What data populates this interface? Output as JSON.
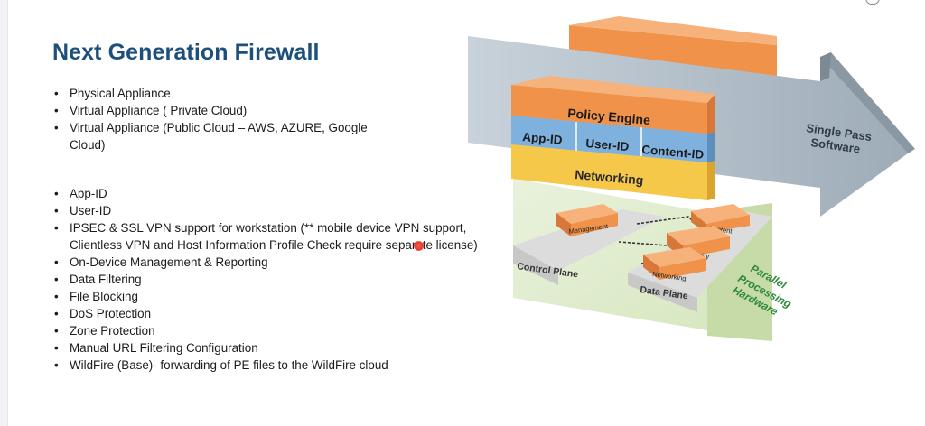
{
  "slide": {
    "title": "Next Generation Firewall",
    "group1": [
      "Physical Appliance",
      "Virtual Appliance ( Private Cloud)",
      "Virtual Appliance (Public Cloud – AWS, AZURE, Google Cloud)"
    ],
    "group2": [
      "App-ID",
      "User-ID",
      "IPSEC & SSL VPN support for workstation (** mobile device VPN support, Clientless VPN and Host Information Profile Check require separate license)",
      "On-Device Management & Reporting",
      "Data Filtering",
      "File Blocking",
      "DoS Protection",
      "Zone Protection",
      "Manual URL Filtering Configuration",
      "WildFire (Base)- forwarding of PE files to the WildFire cloud"
    ]
  },
  "diagram": {
    "policy_engine": "Policy Engine",
    "app_id": "App-ID",
    "user_id": "User-ID",
    "content_id": "Content-ID",
    "networking_layer": "Networking",
    "arrow_line1": "Single Pass",
    "arrow_line2": "Software",
    "control_plane": "Control Plane",
    "data_plane": "Data Plane",
    "management": "Management",
    "content": "Content",
    "security": "Security",
    "networking_chip": "Networking",
    "hw_line1": "Parallel",
    "hw_line2": "Processing",
    "hw_line3": "Hardware"
  },
  "colors": {
    "title": "#1c4f7c",
    "orange": "#f0924a",
    "blue_layer": "#7eb1de",
    "yellow_layer": "#f6c84a",
    "arrow": "#b6c2cc",
    "green_text": "#2e8a3a"
  }
}
